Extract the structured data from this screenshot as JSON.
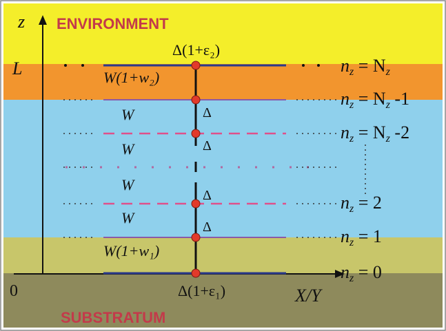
{
  "colors": {
    "environment": "#f4ee2a",
    "top_layer": "#f2952e",
    "bulk": "#8fd0ec",
    "bottom_layer": "#c8c66a",
    "substratum": "#8e8a5c",
    "caption_text": "#c33a4a",
    "plane_line": "#2b3a8a",
    "dashed_plane": "#e0508a",
    "node": "#e23a2a"
  },
  "labels": {
    "environment": "ENVIRONMENT",
    "substratum": "SUBSTRATUM",
    "z_axis": "z",
    "L": "L",
    "zero": "0",
    "xy_axis": "X/Y"
  },
  "hoppings": {
    "top": "W(1+w₂)",
    "bulk": "W",
    "bottom": "W(1+w₁)"
  },
  "onsite": {
    "top": "Δ(1+ε₂)",
    "bulk": "Δ",
    "bottom": "Δ(1+ε₁)"
  },
  "planes": [
    {
      "prefix": "n",
      "sub": "z",
      "rhs": " = N",
      "rhs_sub": "z",
      "suffix": ""
    },
    {
      "prefix": "n",
      "sub": "z",
      "rhs": " = N",
      "rhs_sub": "z",
      "suffix": " -1"
    },
    {
      "prefix": "n",
      "sub": "z",
      "rhs": " = N",
      "rhs_sub": "z",
      "suffix": " -2"
    },
    {
      "prefix": "n",
      "sub": "z",
      "rhs": " = 2",
      "rhs_sub": "",
      "suffix": ""
    },
    {
      "prefix": "n",
      "sub": "z",
      "rhs": " = 1",
      "rhs_sub": "",
      "suffix": ""
    },
    {
      "prefix": "n",
      "sub": "z",
      "rhs": " = 0",
      "rhs_sub": "",
      "suffix": ""
    }
  ]
}
